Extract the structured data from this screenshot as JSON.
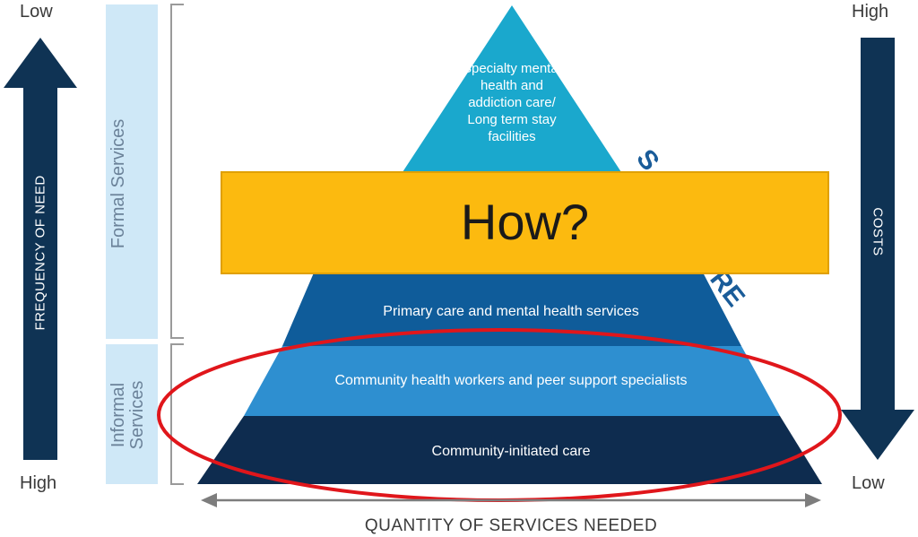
{
  "frequency_axis": {
    "top_label": "Low",
    "bottom_label": "High",
    "title": "FREQUENCY OF NEED"
  },
  "cost_axis": {
    "top_label": "High",
    "bottom_label": "Low",
    "title": "COSTS"
  },
  "service_groups": {
    "formal": "Formal Services",
    "informal": "Informal Services"
  },
  "pyramid": {
    "apex": "Specialty mental health and addiction care/ Long term stay facilities",
    "tiers": [
      "Primary care and mental health services",
      "Community health workers and peer support specialists",
      "Community-initiated care"
    ],
    "partial_side_text": {
      "upper": "S",
      "lower": "RE"
    }
  },
  "overlay": {
    "text": "How?"
  },
  "quantity_axis": {
    "title": "QUANTITY OF SERVICES NEEDED"
  },
  "colors": {
    "navy": "#0f3354",
    "apex": "#1aa8cd",
    "tier_primary": "#0f5c9a",
    "tier_community_health": "#2e8fd0",
    "tier_community_initiated": "#0e2c4f",
    "overlay": "#fcba0f",
    "highlight_ring": "#e0161b"
  }
}
